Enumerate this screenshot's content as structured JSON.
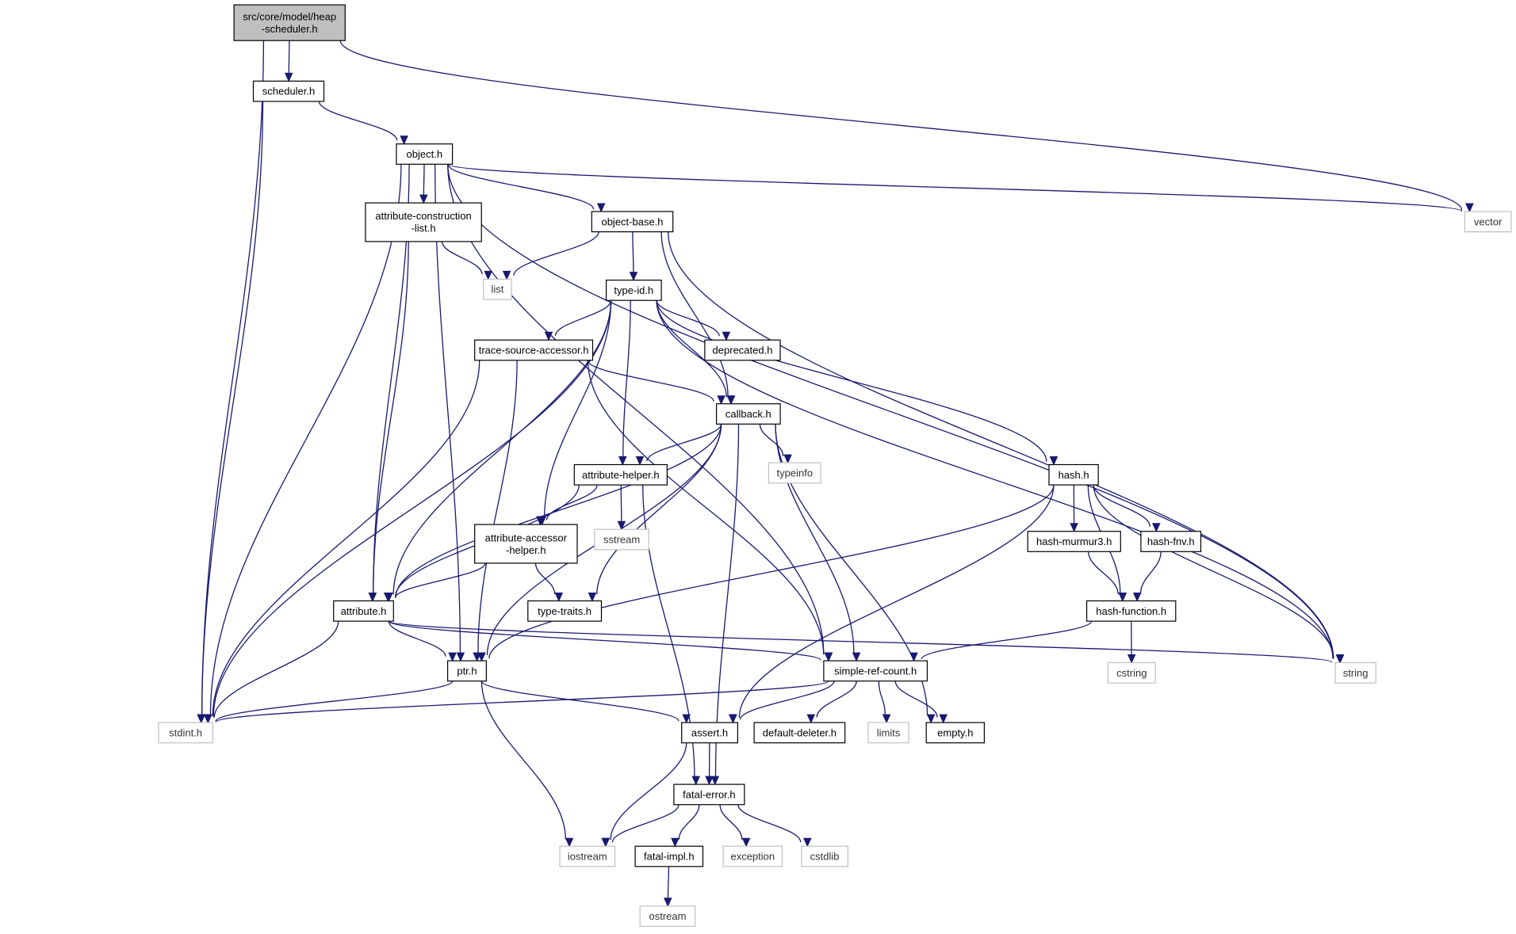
{
  "root_file": "src/core/model/heap-scheduler.h",
  "nodes": {
    "root": {
      "lines": [
        "src/core/model/heap",
        "-scheduler.h"
      ],
      "kind": "root"
    },
    "scheduler": {
      "lines": [
        "scheduler.h"
      ],
      "kind": "project"
    },
    "object": {
      "lines": [
        "object.h"
      ],
      "kind": "project"
    },
    "attrcons": {
      "lines": [
        "attribute-construction",
        "-list.h"
      ],
      "kind": "project"
    },
    "objectbase": {
      "lines": [
        "object-base.h"
      ],
      "kind": "project"
    },
    "vector": {
      "lines": [
        "vector"
      ],
      "kind": "std"
    },
    "list": {
      "lines": [
        "list"
      ],
      "kind": "std"
    },
    "typeid": {
      "lines": [
        "type-id.h"
      ],
      "kind": "project"
    },
    "tracesrc": {
      "lines": [
        "trace-source-accessor.h"
      ],
      "kind": "project"
    },
    "deprecated": {
      "lines": [
        "deprecated.h"
      ],
      "kind": "project"
    },
    "callback": {
      "lines": [
        "callback.h"
      ],
      "kind": "project"
    },
    "typeinfo": {
      "lines": [
        "typeinfo"
      ],
      "kind": "std"
    },
    "attrhelper": {
      "lines": [
        "attribute-helper.h"
      ],
      "kind": "project"
    },
    "hash": {
      "lines": [
        "hash.h"
      ],
      "kind": "project"
    },
    "sstream": {
      "lines": [
        "sstream"
      ],
      "kind": "std"
    },
    "attracc": {
      "lines": [
        "attribute-accessor",
        "-helper.h"
      ],
      "kind": "project"
    },
    "murmur": {
      "lines": [
        "hash-murmur3.h"
      ],
      "kind": "project"
    },
    "fnv": {
      "lines": [
        "hash-fnv.h"
      ],
      "kind": "project"
    },
    "attribute": {
      "lines": [
        "attribute.h"
      ],
      "kind": "project"
    },
    "typetraits": {
      "lines": [
        "type-traits.h"
      ],
      "kind": "project"
    },
    "hashfunc": {
      "lines": [
        "hash-function.h"
      ],
      "kind": "project"
    },
    "ptr": {
      "lines": [
        "ptr.h"
      ],
      "kind": "project"
    },
    "simpleref": {
      "lines": [
        "simple-ref-count.h"
      ],
      "kind": "project"
    },
    "cstring": {
      "lines": [
        "cstring"
      ],
      "kind": "std"
    },
    "string": {
      "lines": [
        "string"
      ],
      "kind": "std"
    },
    "stdint": {
      "lines": [
        "stdint.h"
      ],
      "kind": "std"
    },
    "assert": {
      "lines": [
        "assert.h"
      ],
      "kind": "project"
    },
    "deleter": {
      "lines": [
        "default-deleter.h"
      ],
      "kind": "project"
    },
    "limits": {
      "lines": [
        "limits"
      ],
      "kind": "std"
    },
    "empty": {
      "lines": [
        "empty.h"
      ],
      "kind": "project"
    },
    "fatalerror": {
      "lines": [
        "fatal-error.h"
      ],
      "kind": "project"
    },
    "iostream": {
      "lines": [
        "iostream"
      ],
      "kind": "std"
    },
    "fatalimpl": {
      "lines": [
        "fatal-impl.h"
      ],
      "kind": "project"
    },
    "exception": {
      "lines": [
        "exception"
      ],
      "kind": "std"
    },
    "cstdlib": {
      "lines": [
        "cstdlib"
      ],
      "kind": "std"
    },
    "ostream": {
      "lines": [
        "ostream"
      ],
      "kind": "std"
    }
  },
  "edges": [
    [
      "root",
      "scheduler"
    ],
    [
      "root",
      "stdint"
    ],
    [
      "root",
      "vector"
    ],
    [
      "scheduler",
      "object"
    ],
    [
      "scheduler",
      "stdint"
    ],
    [
      "object",
      "attrcons"
    ],
    [
      "object",
      "objectbase"
    ],
    [
      "object",
      "vector"
    ],
    [
      "object",
      "string"
    ],
    [
      "object",
      "stdint"
    ],
    [
      "object",
      "ptr"
    ],
    [
      "object",
      "attribute"
    ],
    [
      "object",
      "simpleref"
    ],
    [
      "attrcons",
      "list"
    ],
    [
      "attrcons",
      "attribute"
    ],
    [
      "objectbase",
      "list"
    ],
    [
      "objectbase",
      "typeid"
    ],
    [
      "objectbase",
      "callback"
    ],
    [
      "objectbase",
      "string"
    ],
    [
      "typeid",
      "tracesrc"
    ],
    [
      "typeid",
      "deprecated"
    ],
    [
      "typeid",
      "callback"
    ],
    [
      "typeid",
      "attrhelper"
    ],
    [
      "typeid",
      "hash"
    ],
    [
      "typeid",
      "attracc"
    ],
    [
      "typeid",
      "attribute"
    ],
    [
      "typeid",
      "stdint"
    ],
    [
      "typeid",
      "string"
    ],
    [
      "tracesrc",
      "callback"
    ],
    [
      "tracesrc",
      "ptr"
    ],
    [
      "tracesrc",
      "simpleref"
    ],
    [
      "tracesrc",
      "stdint"
    ],
    [
      "callback",
      "attrhelper"
    ],
    [
      "callback",
      "typeinfo"
    ],
    [
      "callback",
      "simpleref"
    ],
    [
      "callback",
      "empty"
    ],
    [
      "callback",
      "fatalerror"
    ],
    [
      "callback",
      "typetraits"
    ],
    [
      "callback",
      "ptr"
    ],
    [
      "callback",
      "attribute"
    ],
    [
      "attrhelper",
      "attracc"
    ],
    [
      "attrhelper",
      "sstream"
    ],
    [
      "attrhelper",
      "attribute"
    ],
    [
      "attrhelper",
      "fatalerror"
    ],
    [
      "attracc",
      "attribute"
    ],
    [
      "attracc",
      "typetraits"
    ],
    [
      "hash",
      "murmur"
    ],
    [
      "hash",
      "fnv"
    ],
    [
      "hash",
      "hashfunc"
    ],
    [
      "hash",
      "string"
    ],
    [
      "hash",
      "ptr"
    ],
    [
      "hash",
      "assert"
    ],
    [
      "murmur",
      "hashfunc"
    ],
    [
      "fnv",
      "hashfunc"
    ],
    [
      "hashfunc",
      "cstring"
    ],
    [
      "hashfunc",
      "simpleref"
    ],
    [
      "attribute",
      "ptr"
    ],
    [
      "attribute",
      "simpleref"
    ],
    [
      "attribute",
      "string"
    ],
    [
      "attribute",
      "stdint"
    ],
    [
      "ptr",
      "stdint"
    ],
    [
      "ptr",
      "assert"
    ],
    [
      "ptr",
      "iostream"
    ],
    [
      "simpleref",
      "stdint"
    ],
    [
      "simpleref",
      "assert"
    ],
    [
      "simpleref",
      "deleter"
    ],
    [
      "simpleref",
      "limits"
    ],
    [
      "simpleref",
      "empty"
    ],
    [
      "assert",
      "fatalerror"
    ],
    [
      "assert",
      "iostream"
    ],
    [
      "fatalerror",
      "iostream"
    ],
    [
      "fatalerror",
      "fatalimpl"
    ],
    [
      "fatalerror",
      "exception"
    ],
    [
      "fatalerror",
      "cstdlib"
    ],
    [
      "fatalimpl",
      "ostream"
    ]
  ]
}
